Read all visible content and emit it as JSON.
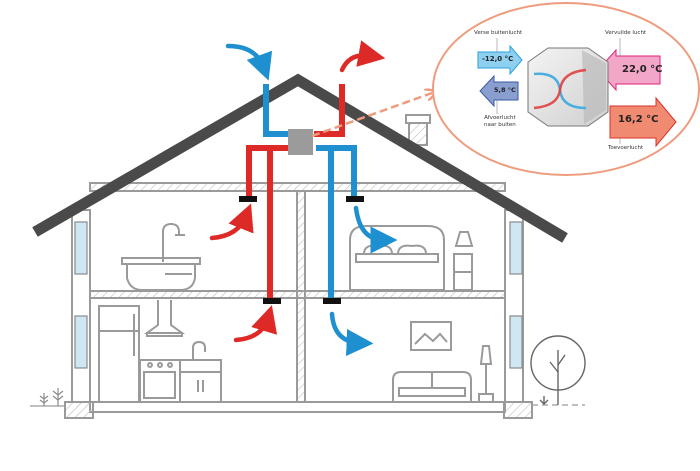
{
  "diagram": {
    "title": "Balanced ventilation with heat recovery",
    "colors": {
      "fresh_air": "#1e90d0",
      "exhaust_air": "#dd2a27",
      "roof": "#4a4a4a",
      "outline": "#9a9a9a",
      "inset_border": "#ee9c7e",
      "unit": "#9b9b9b"
    },
    "inset": {
      "fresh_outside_label": "Verse buitenlucht",
      "fresh_outside_temp": "-12,0 °C",
      "exhaust_outside_label_line1": "Afvoerlucht",
      "exhaust_outside_label_line2": "naar buiten",
      "exhaust_outside_temp": "5,8 °C",
      "stale_inside_label": "Vervuilde lucht",
      "stale_inside_temp": "22,0 °C",
      "supply_inside_label": "Toevoerlucht",
      "supply_inside_temp": "16,2 °C"
    },
    "rooms": [
      "bathroom",
      "bedroom",
      "kitchen",
      "living-room"
    ]
  }
}
